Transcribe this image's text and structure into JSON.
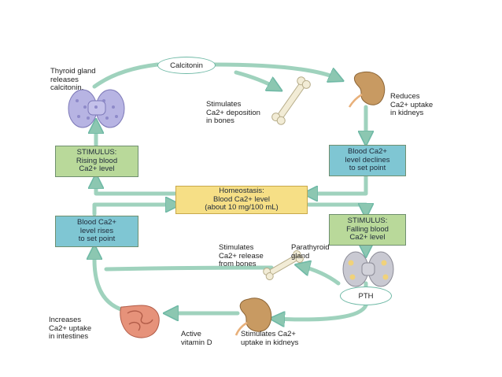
{
  "labels": {
    "calcitonin": "Calcitonin",
    "thyroid_releases": "Thyroid gland\nreleases\ncalcitonin.",
    "stimulates_deposition": "Stimulates\nCa2+ deposition\nin bones",
    "reduces_uptake": "Reduces\nCa2+ uptake\nin kidneys",
    "stimulus_rising": "STIMULUS:\nRising blood\nCa2+ level",
    "blood_declines": "Blood Ca2+\nlevel declines\nto set point",
    "homeostasis": "Homeostasis:\nBlood Ca2+ level\n(about 10 mg/100 mL)",
    "blood_rises": "Blood Ca2+\nlevel rises\nto set point",
    "stimulus_falling": "STIMULUS:\nFalling blood\nCa2+ level",
    "stimulates_release": "Stimulates\nCa2+ release\nfrom bones",
    "parathyroid": "Parathyroid\ngland",
    "pth": "PTH",
    "increases_uptake": "Increases\nCa2+ uptake\nin intestines",
    "active_vitd": "Active\nvitamin D",
    "stimulates_kidney_uptake": "Stimulates Ca2+\nuptake in kidneys"
  },
  "colors": {
    "arrow": "#9fd2bd",
    "arrow_edge": "#6fb9a6",
    "stimulus_box": "#b9d99a",
    "blood_box": "#7fc6d3",
    "homeostasis_box": "#f6df86",
    "thyroid": "#b7b4e3",
    "kidney": "#c89a62",
    "bone": "#f2ecd6",
    "intestine": "#e6927a"
  },
  "icons": [
    "thyroid-icon",
    "bone-icon",
    "kidney-icon",
    "parathyroid-icon",
    "intestine-icon"
  ]
}
